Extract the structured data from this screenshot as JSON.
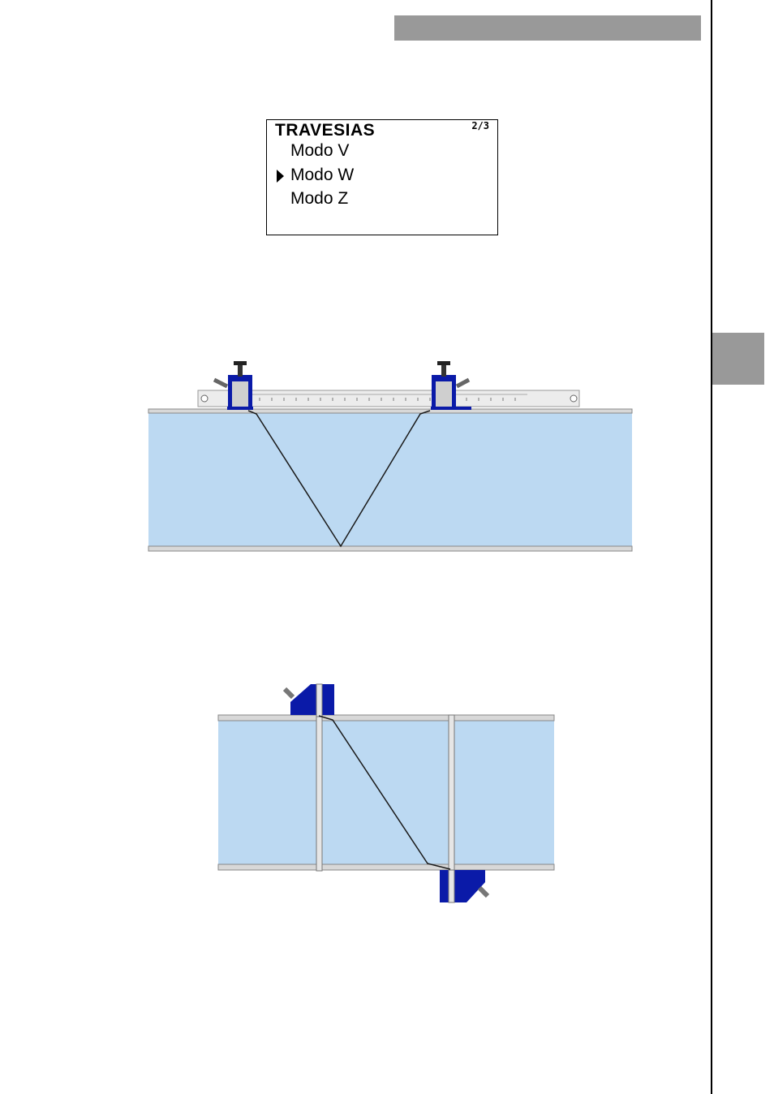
{
  "lcd": {
    "title": "TRAVESIAS",
    "page": "2/3",
    "items": [
      "Modo V",
      "Modo W",
      "Modo Z"
    ],
    "selected_index": 1
  },
  "colors": {
    "header_bar": "#999999",
    "side_tab": "#999999",
    "pipe_fill": "#bcd9f2",
    "transducer": "#0a1aa8"
  },
  "icons": [
    "cursor-triangle-icon",
    "transducer-icon"
  ]
}
